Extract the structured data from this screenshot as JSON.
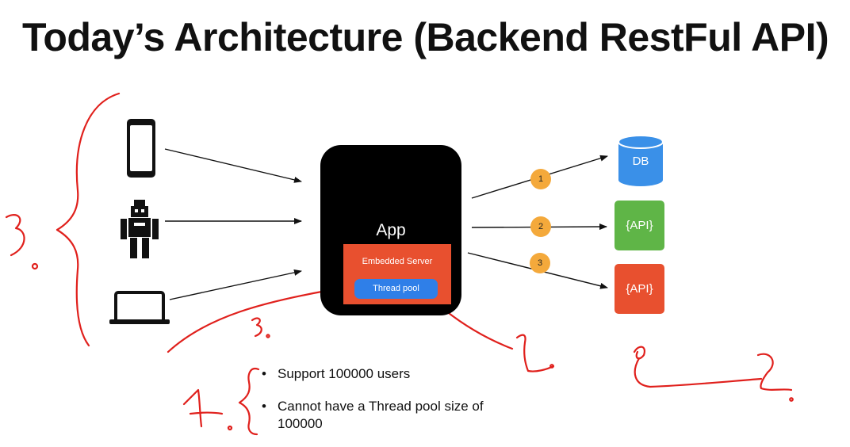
{
  "title": "Today’s Architecture (Backend RestFul API)",
  "app": {
    "label": "App",
    "embedded_server": "Embedded Server",
    "thread_pool": "Thread pool"
  },
  "clients": [
    {
      "icon": "smartphone-icon"
    },
    {
      "icon": "robot-icon"
    },
    {
      "icon": "laptop-icon"
    }
  ],
  "targets": {
    "db": "DB",
    "api_1": "{API}",
    "api_2": "{API}"
  },
  "steps": [
    "1",
    "2",
    "3"
  ],
  "bullets": [
    "Support 100000 users",
    "Cannot have a Thread pool size of 100000"
  ],
  "annotations": {
    "marks": [
      "3.",
      "3.",
      "1.",
      "2.",
      "4."
    ]
  },
  "colors": {
    "app_bg": "#000000",
    "embedded_server": "#e8502f",
    "thread_pool": "#2f7fe8",
    "db": "#3a90e8",
    "api_green": "#5fb547",
    "api_red": "#e8502f",
    "step_badge": "#f4a93b",
    "annotation_ink": "#e0201c"
  }
}
